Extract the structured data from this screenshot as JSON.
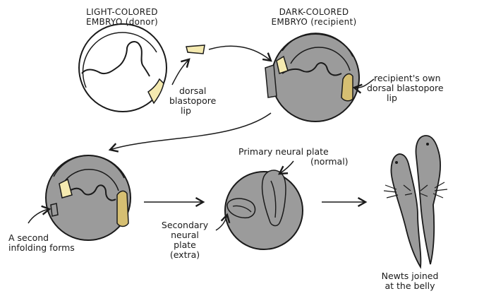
{
  "colors": {
    "embryo_dark": "#9b9b9b",
    "embryo_light": "#ffffff",
    "blastopore_lip_donor": "#f5eab0",
    "blastopore_lip_recipient": "#d6bf72",
    "outline": "#1a1a1a"
  },
  "labels": {
    "donor_line1": "LIGHT-COLORED",
    "donor_line2": "EMBRYO (donor)",
    "recipient_line1": "DARK-COLORED",
    "recipient_line2": "EMBRYO (recipient)",
    "lip_line1": "dorsal",
    "lip_line2": "blastopore",
    "lip_line3": "lip",
    "own_lip_line1": "recipient's own",
    "own_lip_line2": "dorsal blastopore",
    "own_lip_line3": "lip",
    "second_line1": "A second",
    "second_line2": "infolding forms",
    "primary_line1": "Primary neural plate",
    "primary_line2": "(normal)",
    "secondary_line1": "Secondary",
    "secondary_line2": "neural",
    "secondary_line3": "plate",
    "secondary_line4": "(extra)",
    "newts_line1": "Newts joined",
    "newts_line2": "at the belly"
  }
}
